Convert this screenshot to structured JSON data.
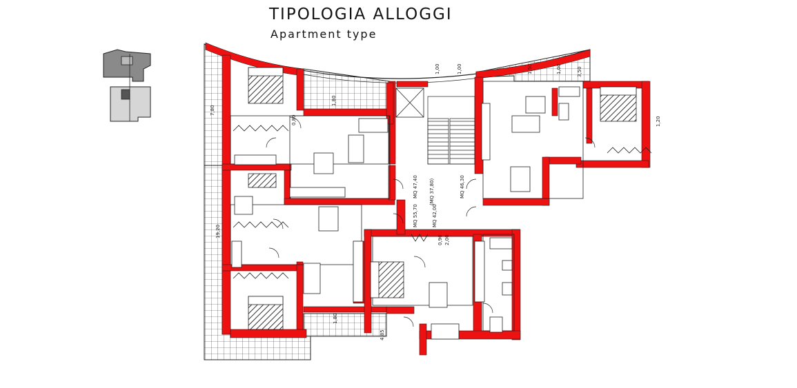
{
  "header": {
    "title": "TIPOLOGIA ALLOGGI",
    "subtitle": "Apartment type"
  },
  "labels": {
    "area_stair": "(MQ 37,80)",
    "area_upper_left": "MQ 47,40",
    "area_lower_left": "MQ 55,70",
    "area_center_bottom": "MQ 42,00",
    "area_right": "MQ 46,30",
    "dim_top_1": "1,00",
    "dim_top_2": "1,00",
    "dim_top_3": "1,50",
    "dim_top_4": "1,00",
    "dim_top_5": "3,50",
    "dim_left_1": "7,80",
    "dim_left_2": "19,20",
    "dim_right_1": "1,20",
    "dim_bottom_1": "4,85",
    "dim_bottom_2": "1,80",
    "dim_inner_1": "1,80",
    "dim_inner_2": "0,80",
    "dim_inner_3": "0,90",
    "dim_inner_4": "2,00"
  },
  "colors": {
    "wall": "#ee1111",
    "line": "#222222",
    "key_dark": "#8a8a8a",
    "key_light": "#d6d6d6"
  },
  "icons": {
    "bed": "bed-icon",
    "sofa": "sofa-icon",
    "table": "dining-table-icon",
    "stair": "stair-icon",
    "lift": "elevator-icon"
  }
}
